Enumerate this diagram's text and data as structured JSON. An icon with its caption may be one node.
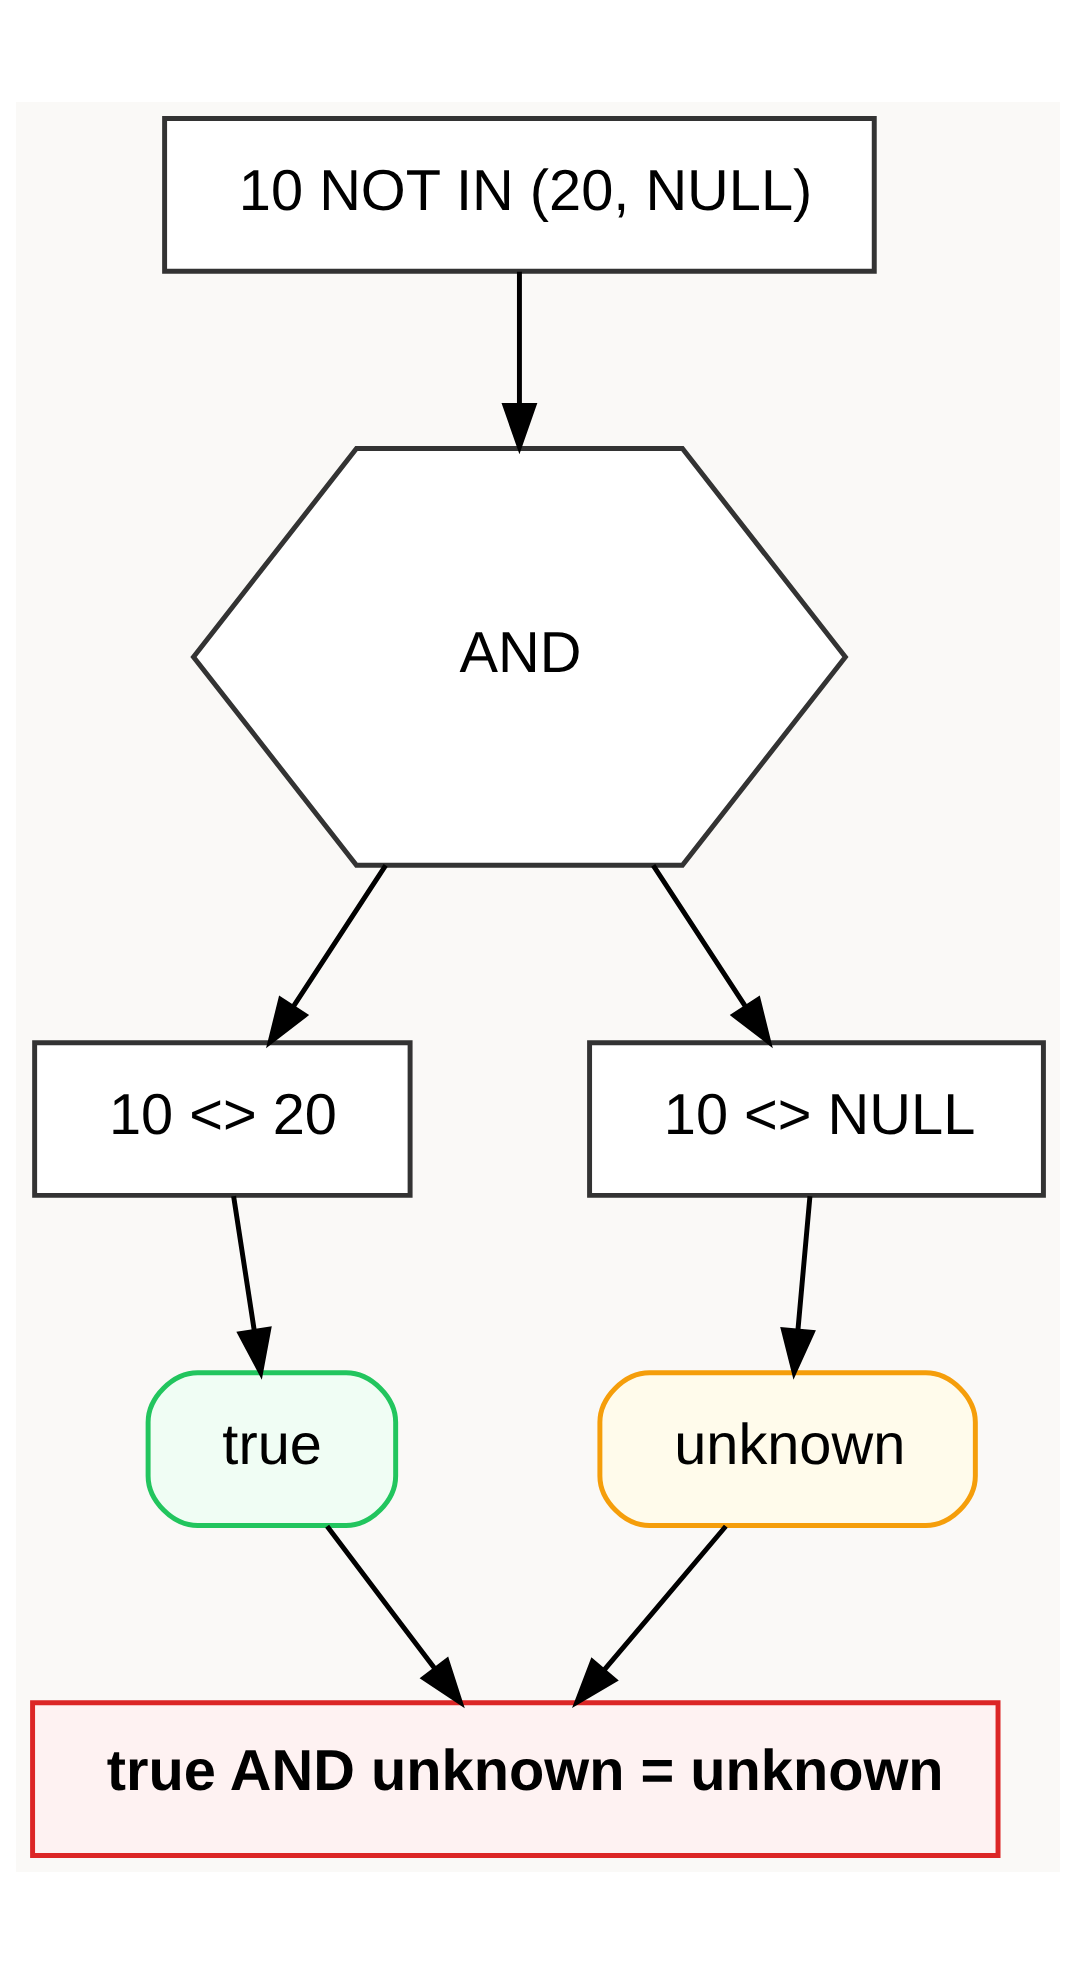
{
  "diagram": {
    "nodes": [
      {
        "text": [
          "10 NOT IN (20, NULL)"
        ]
      },
      {
        "text": [
          "AND"
        ]
      },
      {
        "text": [
          "10 <> 20"
        ]
      },
      {
        "text": [
          "10 <> NULL"
        ]
      },
      {
        "text": [
          "true"
        ]
      },
      {
        "text": [
          "unknown"
        ]
      },
      {
        "text": [
          "true AND unknown = unknown"
        ]
      }
    ],
    "edges": [
      {
        "from": 0,
        "to": 1,
        "arrow": "to"
      },
      {
        "from": 1,
        "to": 2,
        "arrow": "to"
      },
      {
        "from": 1,
        "to": 3,
        "arrow": "to"
      },
      {
        "from": 2,
        "to": 4,
        "arrow": "to"
      },
      {
        "from": 3,
        "to": 5,
        "arrow": "to"
      },
      {
        "from": 4,
        "to": 6,
        "arrow": "to"
      },
      {
        "from": 5,
        "to": 6,
        "arrow": "to"
      }
    ]
  }
}
